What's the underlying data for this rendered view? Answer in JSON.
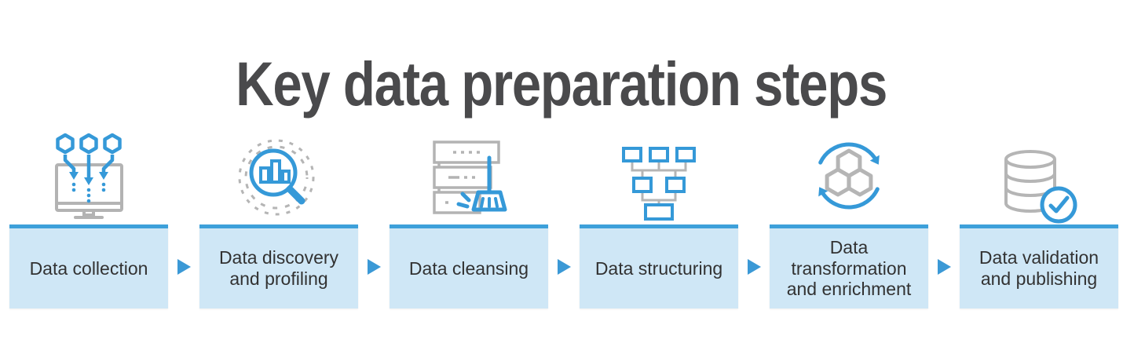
{
  "title": "Key data preparation steps",
  "steps": [
    {
      "label": "Data collection",
      "icon": "monitor-data-input-icon"
    },
    {
      "label": "Data discovery\nand profiling",
      "icon": "magnifier-bar-chart-icon"
    },
    {
      "label": "Data cleansing",
      "icon": "servers-broom-icon"
    },
    {
      "label": "Data structuring",
      "icon": "org-chart-icon"
    },
    {
      "label": "Data\ntransformation\nand enrichment",
      "icon": "hexagons-cycle-icon"
    },
    {
      "label": "Data validation\nand publishing",
      "icon": "database-checkmark-icon"
    }
  ],
  "connector": {
    "shape": "right-triangle-arrow",
    "color": "#3b99d6",
    "count": 5
  },
  "colors": {
    "background": "#ffffff",
    "title_text": "#4a4a4c",
    "label_text": "#323232",
    "box_fill": "#cfe7f6",
    "box_top_border": "#3da0da",
    "icon_blue": "#3599d8",
    "icon_gray": "#b3b3b3",
    "arrow_blue": "#3b99d6"
  }
}
